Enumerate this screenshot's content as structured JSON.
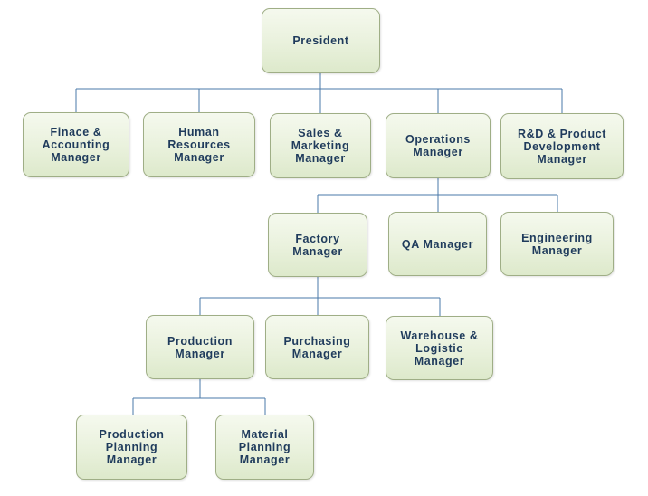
{
  "org_chart": {
    "president": "President",
    "level1": {
      "finance": "Finace &\nAccounting\nManager",
      "hr": "Human\nResources\nManager",
      "sales": "Sales &\nMarketing\nManager",
      "operations": "Operations\nManager",
      "rd": "R&D & Product\nDevelopment\nManager"
    },
    "level2": {
      "factory": "Factory\nManager",
      "qa": "QA Manager",
      "engineering": "Engineering\nManager"
    },
    "level3": {
      "production": "Production\nManager",
      "purchasing": "Purchasing\nManager",
      "warehouse": "Warehouse &\nLogistic\nManager"
    },
    "level4": {
      "production_planning": "Production\nPlanning\nManager",
      "material_planning": "Material\nPlanning\nManager"
    }
  },
  "colors": {
    "connector": "#4a78a8",
    "box_border": "#9fae86",
    "text": "#1f3b5c"
  }
}
